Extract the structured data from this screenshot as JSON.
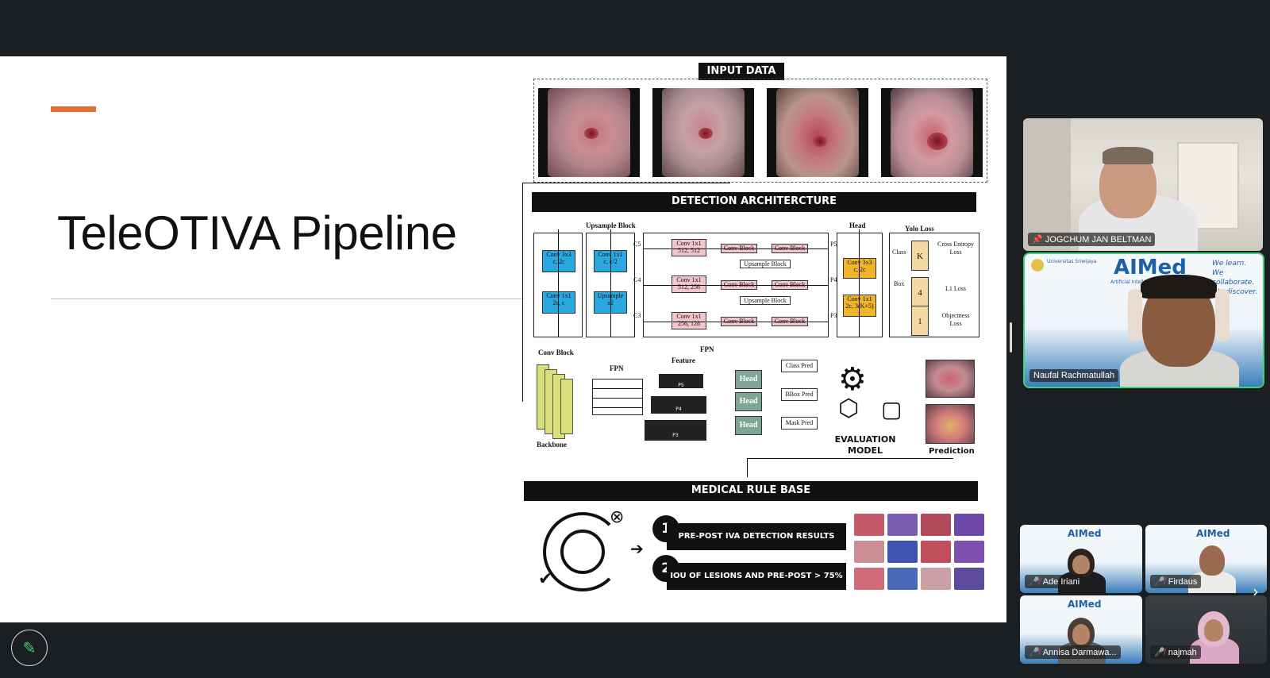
{
  "slide": {
    "title": "TeleOTIVA Pipeline",
    "figure": {
      "input_label": "INPUT DATA",
      "detection_label": "DETECTION ARCHITERCTURE",
      "medical_label": "MEDICAL RULE BASE",
      "upsample_block": "Upsample Block",
      "head": "Head",
      "yolo_loss": "Yolo Loss",
      "conv3x3": "Conv 3x3",
      "c2c": "c, 2c",
      "conv1x1": "Conv 1x1",
      "two_c_c": "2c, c",
      "c_c2": "c, c/2",
      "upsample": "Upsample",
      "x2": "x2",
      "conv_block": "Conv Block",
      "upsample_small": "Upsample Block",
      "c5": "C5",
      "c4": "C4",
      "c3": "C3",
      "p5": "P5",
      "p4": "P4",
      "p3": "P3",
      "c1_a": "512, 512",
      "c1_b": "512, 256",
      "c1_c": "256, 128",
      "head_conv1x1_b": "2c, 3(K+5)",
      "class": "Class",
      "box": "Box",
      "k": "K",
      "four": "4",
      "one": "1",
      "cross_entropy": "Cross Entropy Loss",
      "l1_loss": "L1 Loss",
      "objectness": "Objectness Loss",
      "conv_block_bottom": "Conv Block",
      "fpn": "FPN",
      "feature": "Feature",
      "fpn2": "FPN",
      "backbone": "Backbone",
      "head_btn": "Head",
      "class_pred": "Class Pred",
      "bbox_pred": "BBox Pred",
      "mask_pred": "Mask Pred",
      "evaluation_model": "EVALUATION MODEL",
      "prediction": "Prediction",
      "rule1_num": "1",
      "rule1": "PRE-POST IVA DETECTION RESULTS",
      "rule2_num": "2",
      "rule2": "IOU OF LESIONS AND PRE-POST > 75%"
    }
  },
  "participants": [
    {
      "name": "JOGCHUM JAN BELTMAN",
      "pinned": true
    },
    {
      "name": "Naufal Rachmatullah",
      "active": true
    },
    {
      "name": "Ade Iriani",
      "muted": true
    },
    {
      "name": "Firdaus",
      "muted": true
    },
    {
      "name": "Annisa Darmawa...",
      "muted": true
    },
    {
      "name": "najmah",
      "muted": true
    }
  ],
  "aimed": {
    "logo": "AIMed",
    "tagline": "We learn. We collaborate. We discover.",
    "uni": "Universitas Sriwijaya",
    "sub": "Artificial Intelligence Center"
  },
  "colors": {
    "accent": "#e0703a",
    "active_speaker": "#3bd47a",
    "background": "#1c1f22"
  }
}
